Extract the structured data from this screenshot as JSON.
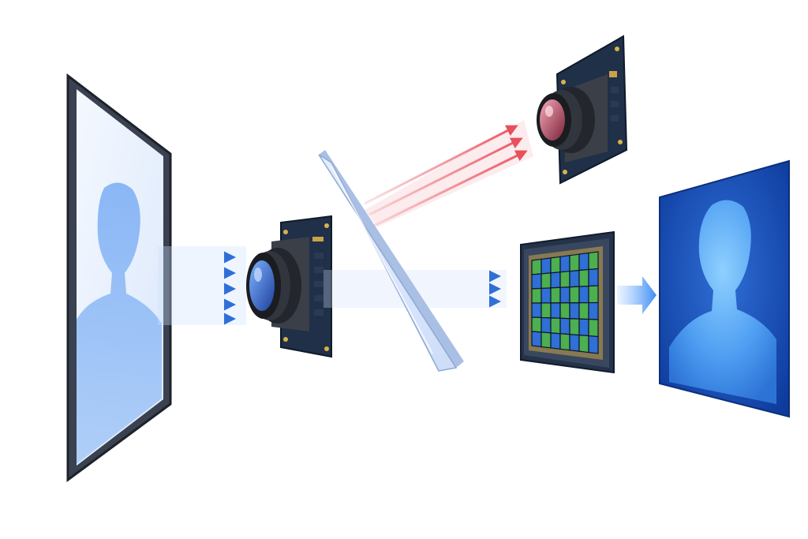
{
  "colors": {
    "background": "#ffffff",
    "visible_beam": "#3b82f6",
    "infrared_beam": "#e8505b",
    "sensor_green": "#4caf50",
    "sensor_blue": "#2f6fd6",
    "output_frame": "#1f54b8",
    "pcb": "#1f3048",
    "lens_body": "#2b2f36",
    "splitter_glass": "#cfe0ff"
  },
  "components": [
    {
      "id": "source-display",
      "icon": "person-silhouette-icon"
    },
    {
      "id": "main-camera-module",
      "icon": "camera-lens-icon"
    },
    {
      "id": "beam-splitter",
      "icon": "glass-plate-icon"
    },
    {
      "id": "infrared-camera-module",
      "icon": "camera-lens-icon"
    },
    {
      "id": "image-sensor",
      "icon": "pixel-grid-icon"
    },
    {
      "id": "output-image",
      "icon": "person-silhouette-icon"
    }
  ],
  "sensor_grid": {
    "rows": 6,
    "cols": 7
  }
}
